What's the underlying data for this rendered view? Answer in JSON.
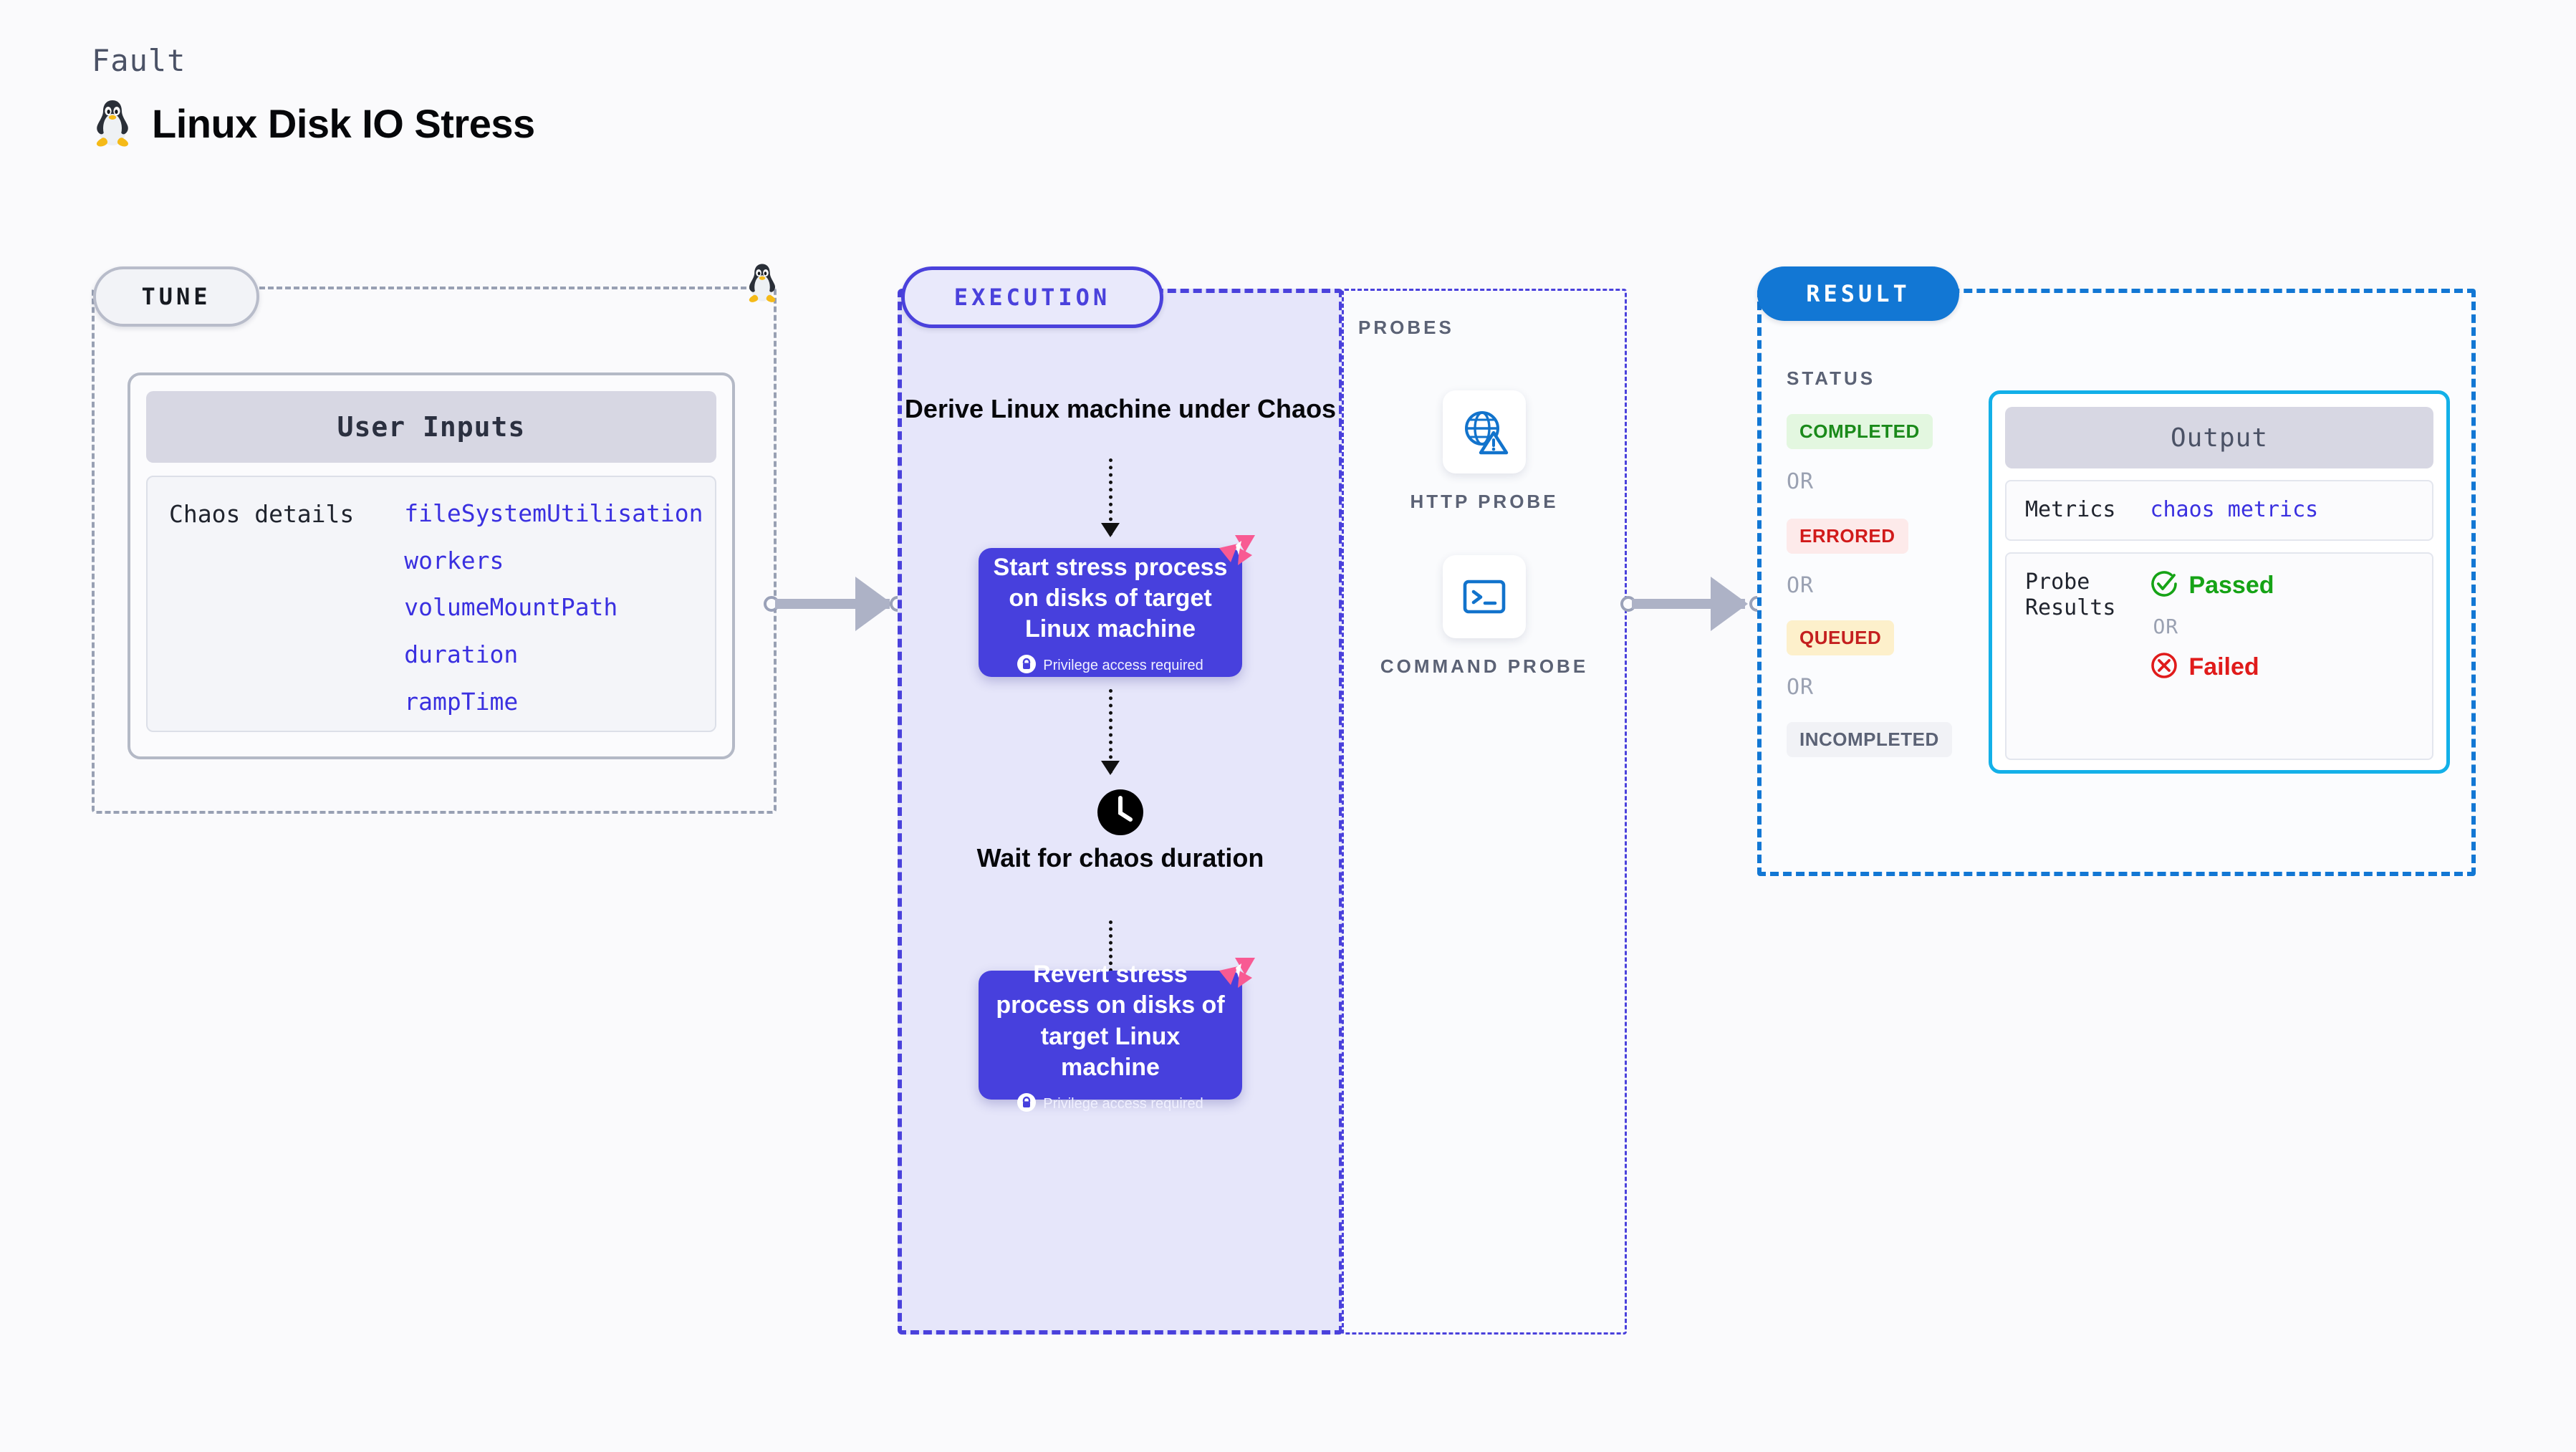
{
  "header": {
    "kicker": "Fault",
    "title": "Linux Disk IO Stress",
    "icon": "linux-penguin-icon"
  },
  "tune": {
    "pill_label": "TUNE",
    "card_title": "User Inputs",
    "details_label": "Chaos details",
    "parameters": [
      "fileSystemUtilisation",
      "workers",
      "volumeMountPath",
      "duration",
      "rampTime"
    ],
    "corner_icon": "linux-penguin-icon"
  },
  "execution": {
    "pill_label": "EXECUTION",
    "derive_step": "Derive Linux machine under Chaos",
    "start_step": {
      "title": "Start stress process on disks of target Linux machine",
      "note": "Privilege access required",
      "note_icon": "lock-icon",
      "badge_icon": "litmus-logo-icon"
    },
    "wait_step": {
      "label": "Wait for chaos duration",
      "icon": "clock-icon"
    },
    "revert_step": {
      "title": "Revert stress process on disks of target Linux machine",
      "note": "Privilege access required",
      "note_icon": "lock-icon",
      "badge_icon": "litmus-logo-icon"
    }
  },
  "probes": {
    "section_label": "PROBES",
    "items": [
      {
        "label": "HTTP PROBE",
        "icon": "globe-warning-icon"
      },
      {
        "label": "COMMAND PROBE",
        "icon": "terminal-icon"
      }
    ]
  },
  "result": {
    "pill_label": "RESULT",
    "status_label": "STATUS",
    "or_label": "OR",
    "statuses": [
      {
        "label": "COMPLETED",
        "text_color": "#1a8a1a",
        "bg_color": "#e3f7e0"
      },
      {
        "label": "ERRORED",
        "text_color": "#d11a1a",
        "bg_color": "#fdeaea"
      },
      {
        "label": "QUEUED",
        "text_color": "#c41f1f",
        "bg_color": "#fdf0cb"
      },
      {
        "label": "INCOMPLETED",
        "text_color": "#5b6275",
        "bg_color": "#f1f2f6"
      }
    ],
    "output": {
      "title": "Output",
      "metrics_key": "Metrics",
      "metrics_value": "chaos metrics",
      "probe_results_key": "Probe\nResults",
      "passed_label": "Passed",
      "passed_icon": "check-circle-icon",
      "passed_color": "#16a316",
      "or_label": "OR",
      "failed_label": "Failed",
      "failed_icon": "x-circle-icon",
      "failed_color": "#e01b1b"
    }
  },
  "colors": {
    "indigo": "#4740dd",
    "indigo_border": "#4a41dc",
    "exec_bg": "#e6e6fa",
    "result_blue": "#1277d4",
    "cyan": "#13b0e8",
    "pink": "#f85a93",
    "gray_dash": "#98a0b3"
  }
}
